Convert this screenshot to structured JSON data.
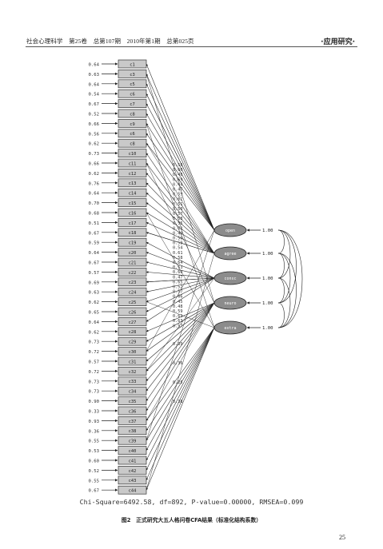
{
  "header": {
    "journal_info": "社会心理科学　第25卷　总第107期　2010年第1期　总第025页",
    "section": "·应用研究·"
  },
  "diagram": {
    "items": [
      {
        "label": "c1",
        "loading": "0.64"
      },
      {
        "label": "c3",
        "loading": "0.63"
      },
      {
        "label": "c5",
        "loading": "0.64"
      },
      {
        "label": "c6",
        "loading": "0.54"
      },
      {
        "label": "c7",
        "loading": "0.67"
      },
      {
        "label": "c8",
        "loading": "0.52"
      },
      {
        "label": "c9",
        "loading": "0.66"
      },
      {
        "label": "c6",
        "loading": "0.56"
      },
      {
        "label": "c8",
        "loading": "0.62"
      },
      {
        "label": "c10",
        "loading": "0.73"
      },
      {
        "label": "c11",
        "loading": "0.66"
      },
      {
        "label": "c12",
        "loading": "0.62"
      },
      {
        "label": "c13",
        "loading": "0.76"
      },
      {
        "label": "c14",
        "loading": "0.64"
      },
      {
        "label": "c15",
        "loading": "0.70"
      },
      {
        "label": "c16",
        "loading": "0.68"
      },
      {
        "label": "c17",
        "loading": "0.51"
      },
      {
        "label": "c18",
        "loading": "0.67"
      },
      {
        "label": "c19",
        "loading": "0.59"
      },
      {
        "label": "c20",
        "loading": "0.64"
      },
      {
        "label": "c21",
        "loading": "0.67"
      },
      {
        "label": "c22",
        "loading": "0.57"
      },
      {
        "label": "c23",
        "loading": "0.69"
      },
      {
        "label": "c24",
        "loading": "0.63"
      },
      {
        "label": "c25",
        "loading": "0.62"
      },
      {
        "label": "c26",
        "loading": "0.65"
      },
      {
        "label": "c27",
        "loading": "0.64"
      },
      {
        "label": "c28",
        "loading": "0.62"
      },
      {
        "label": "c29",
        "loading": "0.73"
      },
      {
        "label": "c30",
        "loading": "0.72"
      },
      {
        "label": "c31",
        "loading": "0.57"
      },
      {
        "label": "c32",
        "loading": "0.72"
      },
      {
        "label": "c33",
        "loading": "0.73"
      },
      {
        "label": "c34",
        "loading": "0.73"
      },
      {
        "label": "c35",
        "loading": "0.90"
      },
      {
        "label": "c36",
        "loading": "0.33"
      },
      {
        "label": "c37",
        "loading": "0.93"
      },
      {
        "label": "c38",
        "loading": "0.36"
      },
      {
        "label": "c39",
        "loading": "0.55"
      },
      {
        "label": "c40",
        "loading": "0.53"
      },
      {
        "label": "c41",
        "loading": "0.60"
      },
      {
        "label": "c42",
        "loading": "0.52"
      },
      {
        "label": "c43",
        "loading": "0.55"
      },
      {
        "label": "c44",
        "loading": "0.67"
      }
    ],
    "factors": [
      {
        "label": "open",
        "variance": "1.00"
      },
      {
        "label": "agree",
        "variance": "1.00"
      },
      {
        "label": "consc",
        "variance": "1.00"
      },
      {
        "label": "neuro",
        "variance": "1.00"
      },
      {
        "label": "extra",
        "variance": "1.00"
      }
    ],
    "path_coefficients": [
      "0.58",
      "0.60",
      "0.48",
      "0.69",
      "0.44",
      "0.47",
      "0.59",
      "0.62",
      "0.51",
      "0.50",
      "0.57",
      "0.58",
      "0.55",
      "0.62",
      "0.49",
      "0.56",
      "0.59",
      "0.54",
      "0.61",
      "0.58",
      "0.64",
      "0.53",
      "0.60",
      "0.47",
      "0.65",
      "0.52",
      "0.57",
      "0.66",
      "0.45",
      "0.48",
      "0.59",
      "0.61",
      "0.63",
      "0.57",
      "0.39",
      "0.36",
      "0.25",
      "0.38"
    ]
  },
  "fit_statistics": "Chi-Square=6492.58,  df=892,  P-value=0.00000,  RMSEA=0.099",
  "caption": "图2　正式研究大五人格问卷CFA结果（标准化结构系数）",
  "page_number": "25"
}
